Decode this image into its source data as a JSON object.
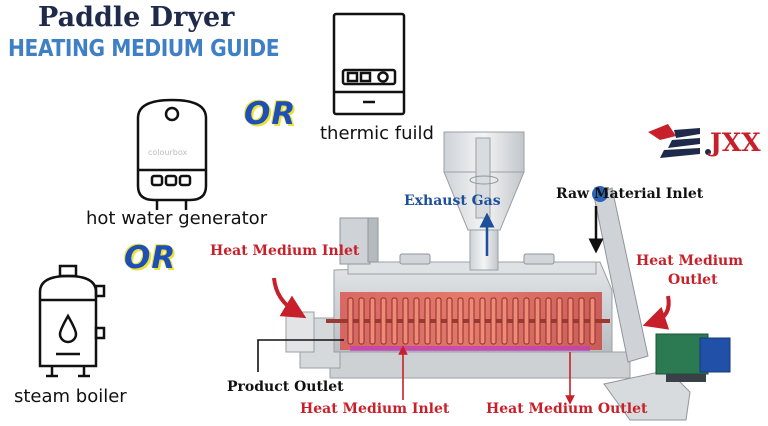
{
  "title": {
    "main": "Paddle Dryer",
    "sub": "HEATING MEDIUM GUIDE"
  },
  "separators": {
    "or_1": "OR",
    "or_2": "OR"
  },
  "equipment": {
    "thermic_fluid": "thermic fuild",
    "hot_water": "hot water generator",
    "hot_water_watermark": "colourbox",
    "steam_boiler": "steam boiler"
  },
  "brand": {
    "name": "JXX"
  },
  "labels": {
    "exhaust_gas": "Exhaust Gas",
    "raw_material_inlet": "Raw Material Inlet",
    "heat_medium_inlet_top": "Heat Medium Inlet",
    "heat_medium_outlet_right_line1": "Heat Medium",
    "heat_medium_outlet_right_line2": "Outlet",
    "product_outlet": "Product Outlet",
    "heat_medium_inlet_bottom": "Heat Medium Inlet",
    "heat_medium_outlet_bottom": "Heat Medium Outlet"
  },
  "colors": {
    "navy": "#1f2a4a",
    "blue": "#3f7fc6",
    "red": "#c8202a",
    "or_yellow": "#e9e23a"
  }
}
